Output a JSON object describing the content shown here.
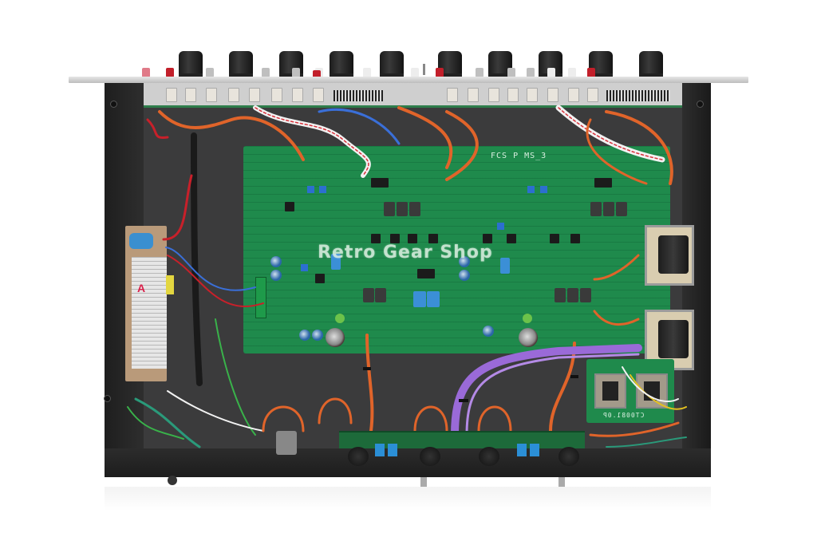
{
  "photo": {
    "subject": "Open audio rack unit, top view, showing internal circuitry",
    "watermark": "Retro Gear Shop",
    "main_pcb_label": "FCS P  MS_3",
    "small_pcb_label": "CT0081.0P",
    "psu_logo": "A",
    "front_panel": {
      "knob_count": 10,
      "button_colors": [
        "#c21f2a",
        "#bfbfbf",
        "#ededed"
      ]
    },
    "colors": {
      "background": "#ffffff",
      "chassis": "#2a2a2a",
      "pcb_green": "#1f8a4c",
      "wire_orange": "#e0642a",
      "wire_red": "#c8202a",
      "wire_purple": "#9a6ad8",
      "wire_green": "#39b24a",
      "trimmer_blue": "#2c6fd0",
      "heatsink": "#e6e6e6"
    }
  }
}
